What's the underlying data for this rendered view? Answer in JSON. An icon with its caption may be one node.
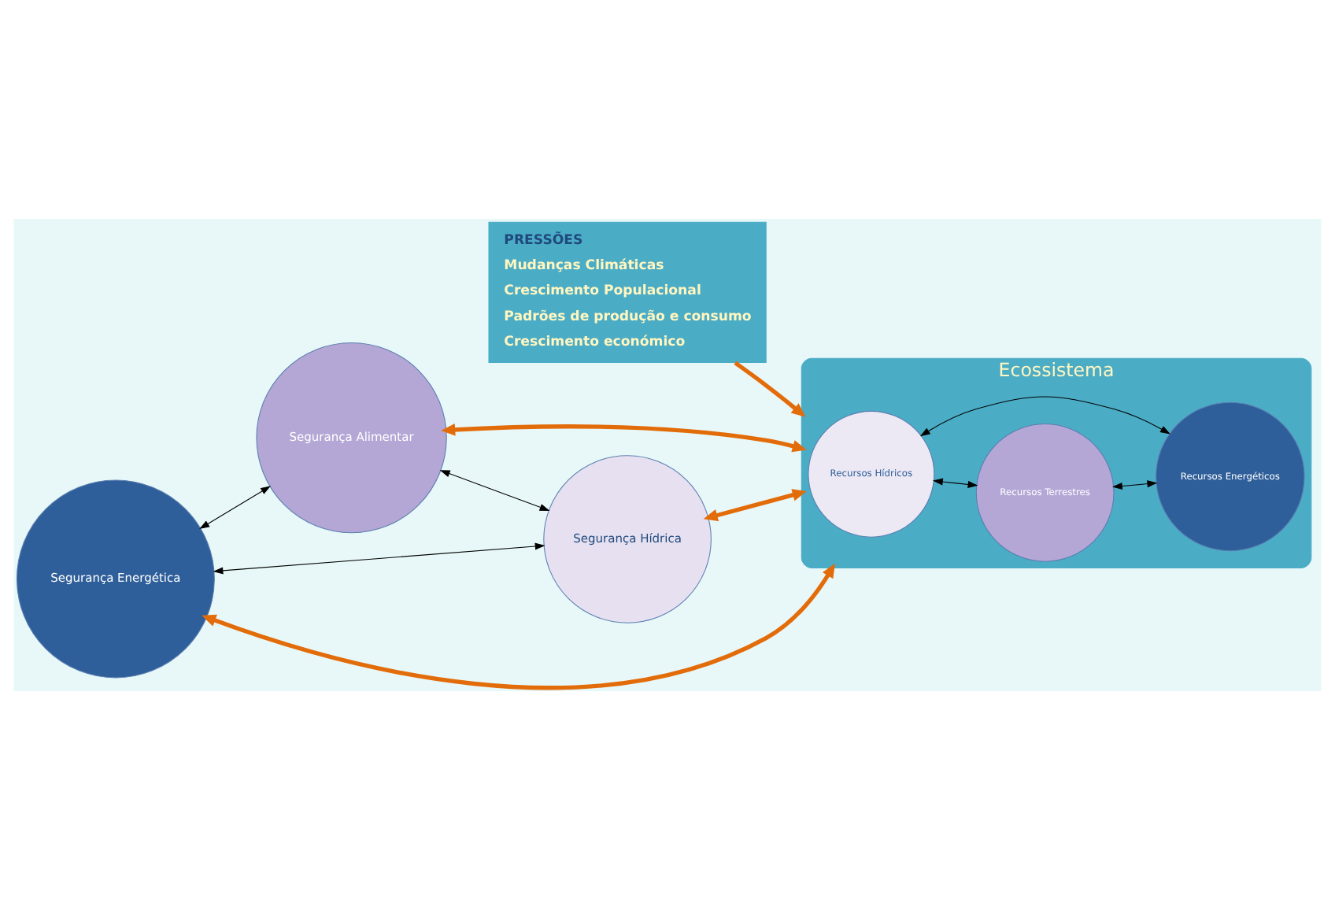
{
  "diagram": {
    "nodes": [
      {
        "text": [
          "PRESSÕES",
          "Mudanças Climáticas",
          "Crescimento Populacional",
          "Padrões de produção e consumo",
          "Crescimento económico"
        ]
      },
      {
        "text": [
          "Segurança Energética"
        ]
      },
      {
        "text": [
          "Segurança Alimentar"
        ]
      },
      {
        "text": [
          "Ecossistema"
        ]
      },
      {
        "text": [
          "Recursos Hídricos"
        ],
        "in": 3
      },
      {
        "text": [
          "Recursos Terrestres"
        ],
        "in": 3
      },
      {
        "text": [
          "Recursos Energéticos"
        ],
        "in": 3
      },
      {
        "text": [
          "Segurança Hídrica"
        ]
      }
    ],
    "edges": [
      {
        "from": 0,
        "to": 3,
        "arrow": "to",
        "style": "thick",
        "color": "#e36c0a"
      },
      {
        "from": 1,
        "to": 2,
        "arrow": "both"
      },
      {
        "from": 1,
        "to": 7,
        "arrow": "both"
      },
      {
        "from": 2,
        "to": 7,
        "arrow": "both"
      },
      {
        "from": 1,
        "to": 3,
        "arrow": "both",
        "style": "thick",
        "color": "#e36c0a"
      },
      {
        "from": 2,
        "to": 3,
        "arrow": "both",
        "style": "thick",
        "color": "#e36c0a"
      },
      {
        "from": 7,
        "to": 3,
        "arrow": "both",
        "style": "thick",
        "color": "#e36c0a"
      },
      {
        "from": 4,
        "to": 5,
        "arrow": "both"
      },
      {
        "from": 4,
        "to": 6,
        "arrow": "both"
      },
      {
        "from": 5,
        "to": 6,
        "arrow": "both"
      }
    ]
  }
}
